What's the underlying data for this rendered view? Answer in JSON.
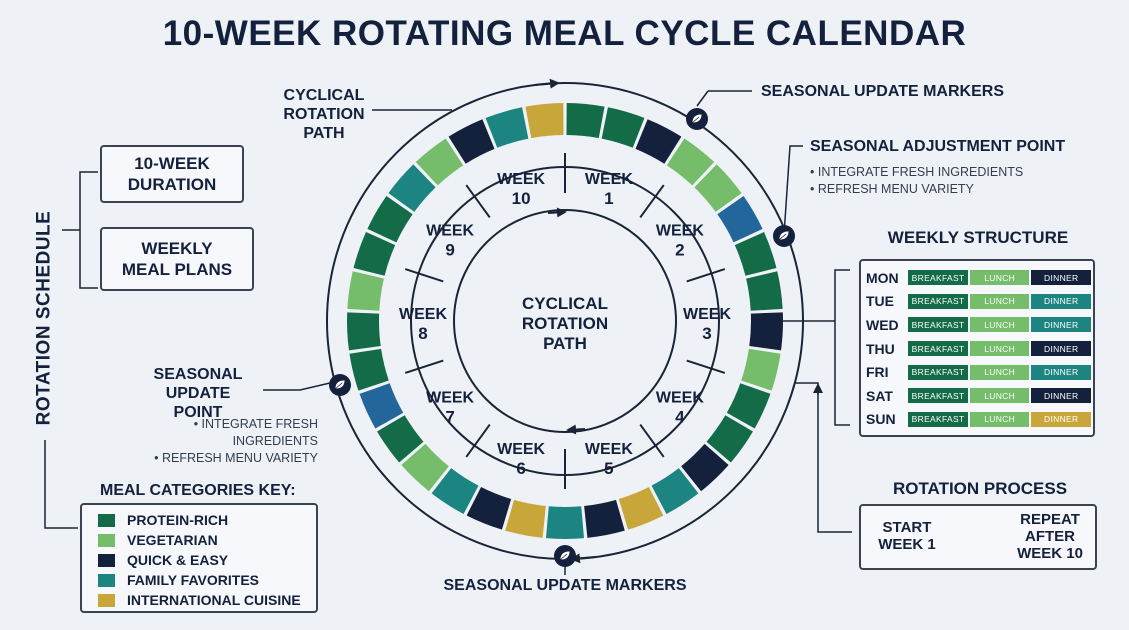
{
  "title": "10-WEEK ROTATING MEAL CYCLE CALENDAR",
  "colors": {
    "protein_rich": "#136b48",
    "vegetarian": "#75bd6a",
    "quick_easy": "#14213d",
    "family_favorites": "#1c8582",
    "international_cuisine": "#c9a63a",
    "blue": "#23669c"
  },
  "labels": {
    "cyclical_rotation_path_outer": [
      "CYCLICAL",
      "ROTATION",
      "PATH"
    ],
    "seasonal_update_markers_top": "SEASONAL UPDATE MARKERS",
    "seasonal_adjustment_point": "SEASONAL ADJUSTMENT POINT",
    "adjustment_notes": [
      "• INTEGRATE FRESH INGREDIENTS",
      "• REFRESH MENU VARIETY"
    ],
    "seasonal_update_point": [
      "SEASONAL UPDATE",
      "POINT"
    ],
    "update_notes": [
      "• INTEGRATE FRESH INGREDIENTS",
      "• REFRESH MENU VARIETY"
    ],
    "seasonal_update_markers_bottom": "SEASONAL UPDATE MARKERS",
    "center": [
      "CYCLICAL",
      "ROTATION",
      "PATH"
    ]
  },
  "rotation_schedule": {
    "label": "ROTATION SCHEDULE",
    "duration": [
      "10-WEEK",
      "DURATION"
    ],
    "weekly_meal_plans": [
      "WEEKLY",
      "MEAL PLANS"
    ]
  },
  "weeks": [
    {
      "word": "WEEK",
      "num": "1"
    },
    {
      "word": "WEEK",
      "num": "2"
    },
    {
      "word": "WEEK",
      "num": "3"
    },
    {
      "word": "WEEK",
      "num": "4"
    },
    {
      "word": "WEEK",
      "num": "5"
    },
    {
      "word": "WEEK",
      "num": "6"
    },
    {
      "word": "WEEK",
      "num": "7"
    },
    {
      "word": "WEEK",
      "num": "8"
    },
    {
      "word": "WEEK",
      "num": "9"
    },
    {
      "word": "WEEK",
      "num": "10"
    }
  ],
  "ring_segments": [
    "P",
    "P",
    "Q",
    "V",
    "V",
    "B",
    "P",
    "P",
    "Q",
    "V",
    "P",
    "P",
    "Q",
    "F",
    "I",
    "Q",
    "F",
    "I",
    "Q",
    "F",
    "V",
    "P",
    "B",
    "P",
    "P",
    "V",
    "P",
    "P",
    "F",
    "V",
    "Q",
    "F",
    "I"
  ],
  "weekly_structure": {
    "title": "WEEKLY STRUCTURE",
    "rows": [
      {
        "day": "MON",
        "meals": [
          "BREAKFAST",
          "LUNCH",
          "DINNER"
        ],
        "dinner_color": "#14213d"
      },
      {
        "day": "TUE",
        "meals": [
          "BREAKFAST",
          "LUNCH",
          "DINNER"
        ],
        "dinner_color": "#1c8582"
      },
      {
        "day": "WED",
        "meals": [
          "BREAKFAST",
          "LUNCH",
          "DINNER"
        ],
        "dinner_color": "#1c8582"
      },
      {
        "day": "THU",
        "meals": [
          "BREAKFAST",
          "LUNCH",
          "DINNER"
        ],
        "dinner_color": "#14213d"
      },
      {
        "day": "FRI",
        "meals": [
          "BREAKFAST",
          "LUNCH",
          "DINNER"
        ],
        "dinner_color": "#1c8582"
      },
      {
        "day": "SAT",
        "meals": [
          "BREAKFAST",
          "LUNCH",
          "DINNER"
        ],
        "dinner_color": "#14213d"
      },
      {
        "day": "SUN",
        "meals": [
          "BREAKFAST",
          "LUNCH",
          "DINNER"
        ],
        "dinner_color": "#c9a63a"
      }
    ]
  },
  "meal_categories_key": {
    "title": "MEAL CATEGORIES KEY:",
    "items": [
      {
        "label": "PROTEIN-RICH",
        "color": "#136b48"
      },
      {
        "label": "VEGETARIAN",
        "color": "#75bd6a"
      },
      {
        "label": "QUICK & EASY",
        "color": "#14213d"
      },
      {
        "label": "FAMILY FAVORITES",
        "color": "#1c8582"
      },
      {
        "label": "INTERNATIONAL CUISINE",
        "color": "#c9a63a"
      }
    ]
  },
  "rotation_process": {
    "title": "ROTATION PROCESS",
    "start": [
      "START",
      "WEEK 1"
    ],
    "repeat": [
      "REPEAT",
      "AFTER",
      "WEEK 10"
    ]
  }
}
